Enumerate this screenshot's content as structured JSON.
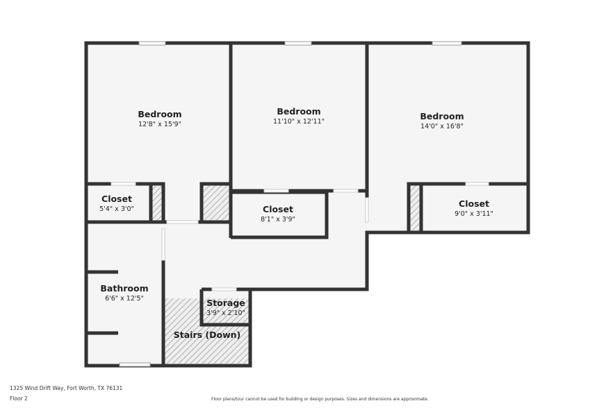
{
  "rooms": [
    {
      "name": "Bedroom",
      "dims": "12'8\" x 15'9\""
    },
    {
      "name": "Bedroom",
      "dims": "11'10\" x 12'11\""
    },
    {
      "name": "Bedroom",
      "dims": "14'0\" x 16'8\""
    },
    {
      "name": "Closet",
      "dims": "5'4\" x 3'0\""
    },
    {
      "name": "Closet",
      "dims": "8'1\" x 3'9\""
    },
    {
      "name": "Closet",
      "dims": "9'0\" x 3'11\""
    },
    {
      "name": "Bathroom",
      "dims": "6'6\" x 12'5\""
    },
    {
      "name": "Storage",
      "dims": "3'9\" x 2'10\""
    },
    {
      "name": "Stairs (Down)",
      "dims": ""
    }
  ],
  "footer": {
    "address": "1325 Wind Drift Way, Fort Worth, TX 76131",
    "floor": "Floor 2",
    "disclaimer": "Floor plans/tour cannot be used for building or design purposes. Sizes and dimensions are approximate."
  },
  "colors": {
    "wall": "#333333",
    "floor": "#f5f5f5"
  }
}
